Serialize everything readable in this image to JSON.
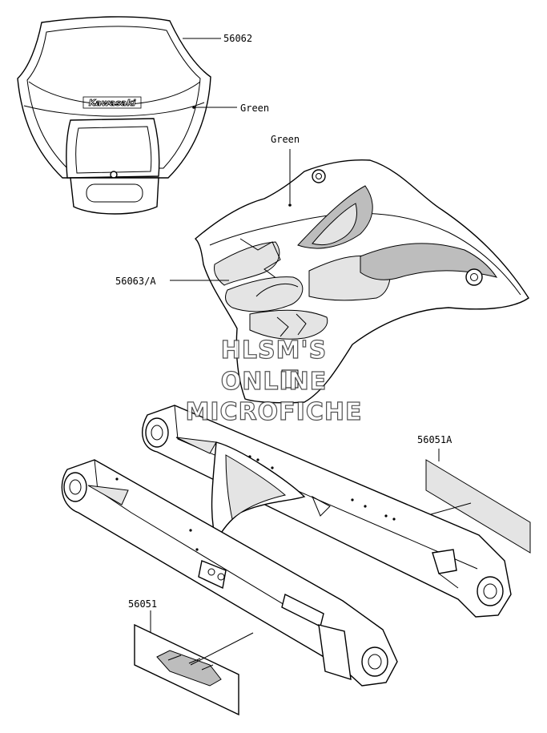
{
  "callouts": {
    "headlight_cowl": "56062",
    "cowl_color": "Green",
    "shroud_color": "Green",
    "shroud": "56063/A",
    "swingarm_decal_right": "56051A",
    "swingarm_decal_left": "56051"
  },
  "brand": {
    "logo": "Kawasaki"
  },
  "watermark": {
    "line1": "HLSM'S",
    "line2": "ONLINE",
    "line3": "MICROFICHE"
  }
}
